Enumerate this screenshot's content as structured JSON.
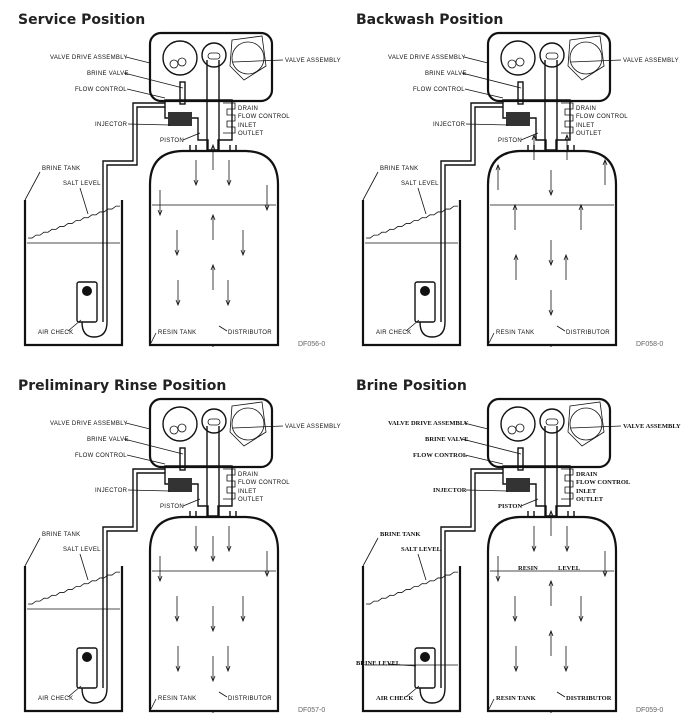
{
  "panels": [
    {
      "title": "Service Position",
      "code": "DF056-0",
      "labels": {
        "valve_drive": "VALVE DRIVE ASSEMBLY",
        "brine_valve": "BRINE VALVE",
        "flow_control": "FLOW CONTROL",
        "valve_assembly": "VALVE ASSEMBLY",
        "drain": "DRAIN",
        "flow_control2": "FLOW CONTROL",
        "inlet": "INLET",
        "outlet": "OUTLET",
        "injector": "INJECTOR",
        "piston": "PISTON",
        "brine_tank": "BRINE TANK",
        "salt_level": "SALT LEVEL",
        "air_check": "AIR CHECK",
        "resin_tank": "RESIN TANK",
        "distributor": "DISTRIBUTOR"
      }
    },
    {
      "title": "Backwash Position",
      "code": "DF058-0",
      "labels": {
        "valve_drive": "VALVE DRIVE ASSEMBLY",
        "brine_valve": "BRINE VALVE",
        "flow_control": "FLOW CONTROL",
        "valve_assembly": "VALVE ASSEMBLY",
        "drain": "DRAIN",
        "flow_control2": "FLOW CONTROL",
        "inlet": "INLET",
        "outlet": "OUTLET",
        "injector": "INJECTOR",
        "piston": "PISTON",
        "brine_tank": "BRINE TANK",
        "salt_level": "SALT LEVEL",
        "air_check": "AIR CHECK",
        "resin_tank": "RESIN TANK",
        "distributor": "DISTRIBUTOR"
      }
    },
    {
      "title": "Preliminary Rinse Position",
      "code": "DF057-0",
      "labels": {
        "valve_drive": "VALVE DRIVE ASSEMBLY",
        "brine_valve": "BRINE VALVE",
        "flow_control": "FLOW CONTROL",
        "valve_assembly": "VALVE ASSEMBLY",
        "drain": "DRAIN",
        "flow_control2": "FLOW CONTROL",
        "inlet": "INLET",
        "outlet": "OUTLET",
        "injector": "INJECTOR",
        "piston": "PISTON",
        "brine_tank": "BRINE TANK",
        "salt_level": "SALT LEVEL",
        "air_check": "AIR CHECK",
        "resin_tank": "RESIN TANK",
        "distributor": "DISTRIBUTOR"
      }
    },
    {
      "title": "Brine Position",
      "code": "DF059-0",
      "labels": {
        "valve_drive": "VALVE DRIVE ASSEMBLY",
        "brine_valve": "BRINE VALVE",
        "flow_control": "FLOW CONTROL",
        "valve_assembly": "VALVE ASSEMBLY",
        "drain": "DRAIN",
        "flow_control2": "FLOW CONTROL",
        "inlet": "INLET",
        "outlet": "OUTLET",
        "injector": "INJECTOR",
        "piston": "PISTON",
        "brine_tank": "BRINE TANK",
        "salt_level": "SALT LEVEL",
        "air_check": "AIR CHECK",
        "resin_tank": "RESIN TANK",
        "distributor": "DISTRIBUTOR",
        "brine_level": "BRINE LEVEL",
        "resin": "RESIN",
        "level": "LEVEL"
      }
    }
  ]
}
